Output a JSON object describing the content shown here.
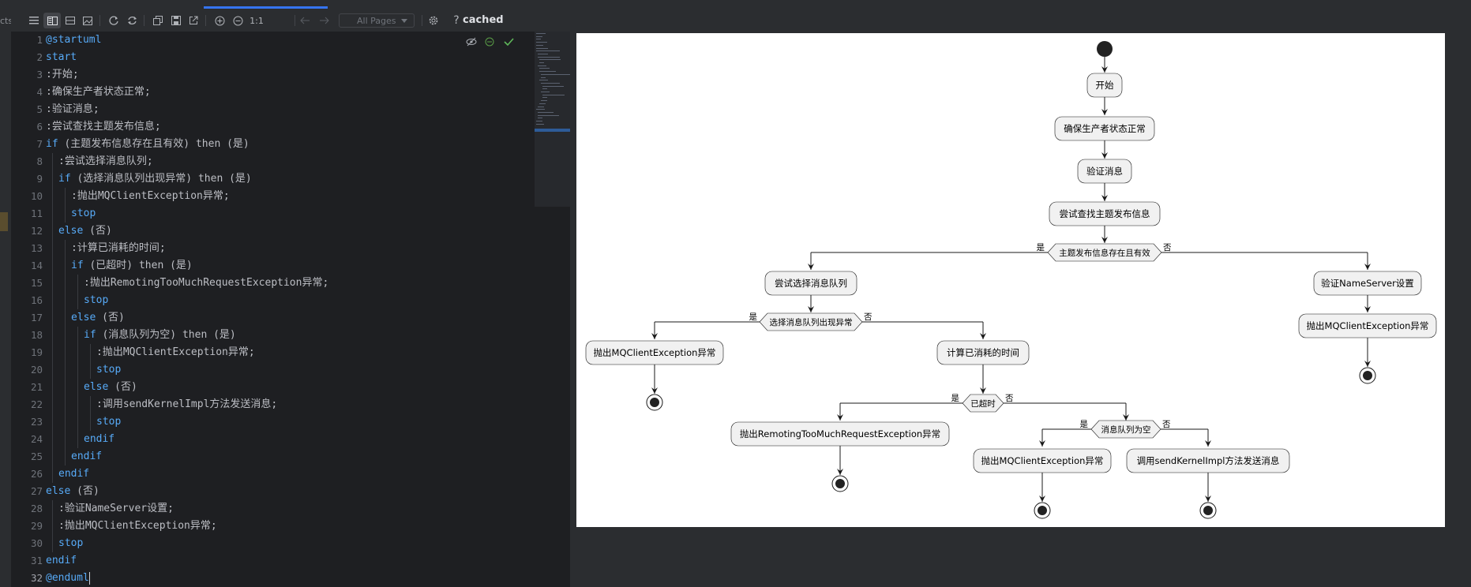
{
  "left_strip_label": "cts",
  "toolbar": {
    "pages_select": "All Pages",
    "zoom_reset_label": "1:1",
    "help_label": "?",
    "status": "cached"
  },
  "editor": {
    "lines": [
      {
        "n": "1",
        "indent": 0,
        "kw": "@startuml",
        "text": ""
      },
      {
        "n": "2",
        "indent": 0,
        "kw": "start",
        "text": ""
      },
      {
        "n": "3",
        "indent": 0,
        "kw": "",
        "text": ":开始;"
      },
      {
        "n": "4",
        "indent": 0,
        "kw": "",
        "text": ":确保生产者状态正常;"
      },
      {
        "n": "5",
        "indent": 0,
        "kw": "",
        "text": ":验证消息;"
      },
      {
        "n": "6",
        "indent": 0,
        "kw": "",
        "text": ":尝试查找主题发布信息;"
      },
      {
        "n": "7",
        "indent": 0,
        "kw": "if",
        "text": " (主题发布信息存在且有效) then (是)"
      },
      {
        "n": "8",
        "indent": 1,
        "kw": "",
        "text": ":尝试选择消息队列;"
      },
      {
        "n": "9",
        "indent": 1,
        "kw": "if",
        "text": " (选择消息队列出现异常) then (是)"
      },
      {
        "n": "10",
        "indent": 2,
        "kw": "",
        "text": ":抛出MQClientException异常;"
      },
      {
        "n": "11",
        "indent": 2,
        "kw": "stop",
        "text": ""
      },
      {
        "n": "12",
        "indent": 1,
        "kw": "else",
        "text": " (否)"
      },
      {
        "n": "13",
        "indent": 2,
        "kw": "",
        "text": ":计算已消耗的时间;"
      },
      {
        "n": "14",
        "indent": 2,
        "kw": "if",
        "text": " (已超时) then (是)"
      },
      {
        "n": "15",
        "indent": 3,
        "kw": "",
        "text": ":抛出RemotingTooMuchRequestException异常;"
      },
      {
        "n": "16",
        "indent": 3,
        "kw": "stop",
        "text": ""
      },
      {
        "n": "17",
        "indent": 2,
        "kw": "else",
        "text": " (否)"
      },
      {
        "n": "18",
        "indent": 3,
        "kw": "if",
        "text": " (消息队列为空) then (是)"
      },
      {
        "n": "19",
        "indent": 4,
        "kw": "",
        "text": ":抛出MQClientException异常;"
      },
      {
        "n": "20",
        "indent": 4,
        "kw": "stop",
        "text": ""
      },
      {
        "n": "21",
        "indent": 3,
        "kw": "else",
        "text": " (否)"
      },
      {
        "n": "22",
        "indent": 4,
        "kw": "",
        "text": ":调用sendKernelImpl方法发送消息;"
      },
      {
        "n": "23",
        "indent": 4,
        "kw": "stop",
        "text": ""
      },
      {
        "n": "24",
        "indent": 3,
        "kw": "endif",
        "text": ""
      },
      {
        "n": "25",
        "indent": 2,
        "kw": "endif",
        "text": ""
      },
      {
        "n": "26",
        "indent": 1,
        "kw": "endif",
        "text": ""
      },
      {
        "n": "27",
        "indent": 0,
        "kw": "else",
        "text": " (否)"
      },
      {
        "n": "28",
        "indent": 1,
        "kw": "",
        "text": ":验证NameServer设置;"
      },
      {
        "n": "29",
        "indent": 1,
        "kw": "",
        "text": ":抛出MQClientException异常;"
      },
      {
        "n": "30",
        "indent": 1,
        "kw": "stop",
        "text": ""
      },
      {
        "n": "31",
        "indent": 0,
        "kw": "endif",
        "text": ""
      },
      {
        "n": "32",
        "indent": 0,
        "kw": "@enduml",
        "text": ""
      }
    ]
  },
  "diagram": {
    "nodes": {
      "start_act": "开始",
      "ensure": "确保生产者状态正常",
      "verify": "验证消息",
      "find_topic": "尝试查找主题发布信息",
      "select_queue": "尝试选择消息队列",
      "throw_mq_1": "抛出MQClientException异常",
      "calc_time": "计算已消耗的时间",
      "throw_remoting": "抛出RemotingTooMuchRequestException异常",
      "throw_mq_2": "抛出MQClientException异常",
      "call_send": "调用sendKernelImpl方法发送消息",
      "verify_ns": "验证NameServer设置",
      "throw_mq_3": "抛出MQClientException异常"
    },
    "decisions": {
      "d1": "主题发布信息存在且有效",
      "d2": "选择消息队列出现异常",
      "d3": "已超时",
      "d4": "消息队列为空"
    },
    "yes": "是",
    "no": "否"
  }
}
